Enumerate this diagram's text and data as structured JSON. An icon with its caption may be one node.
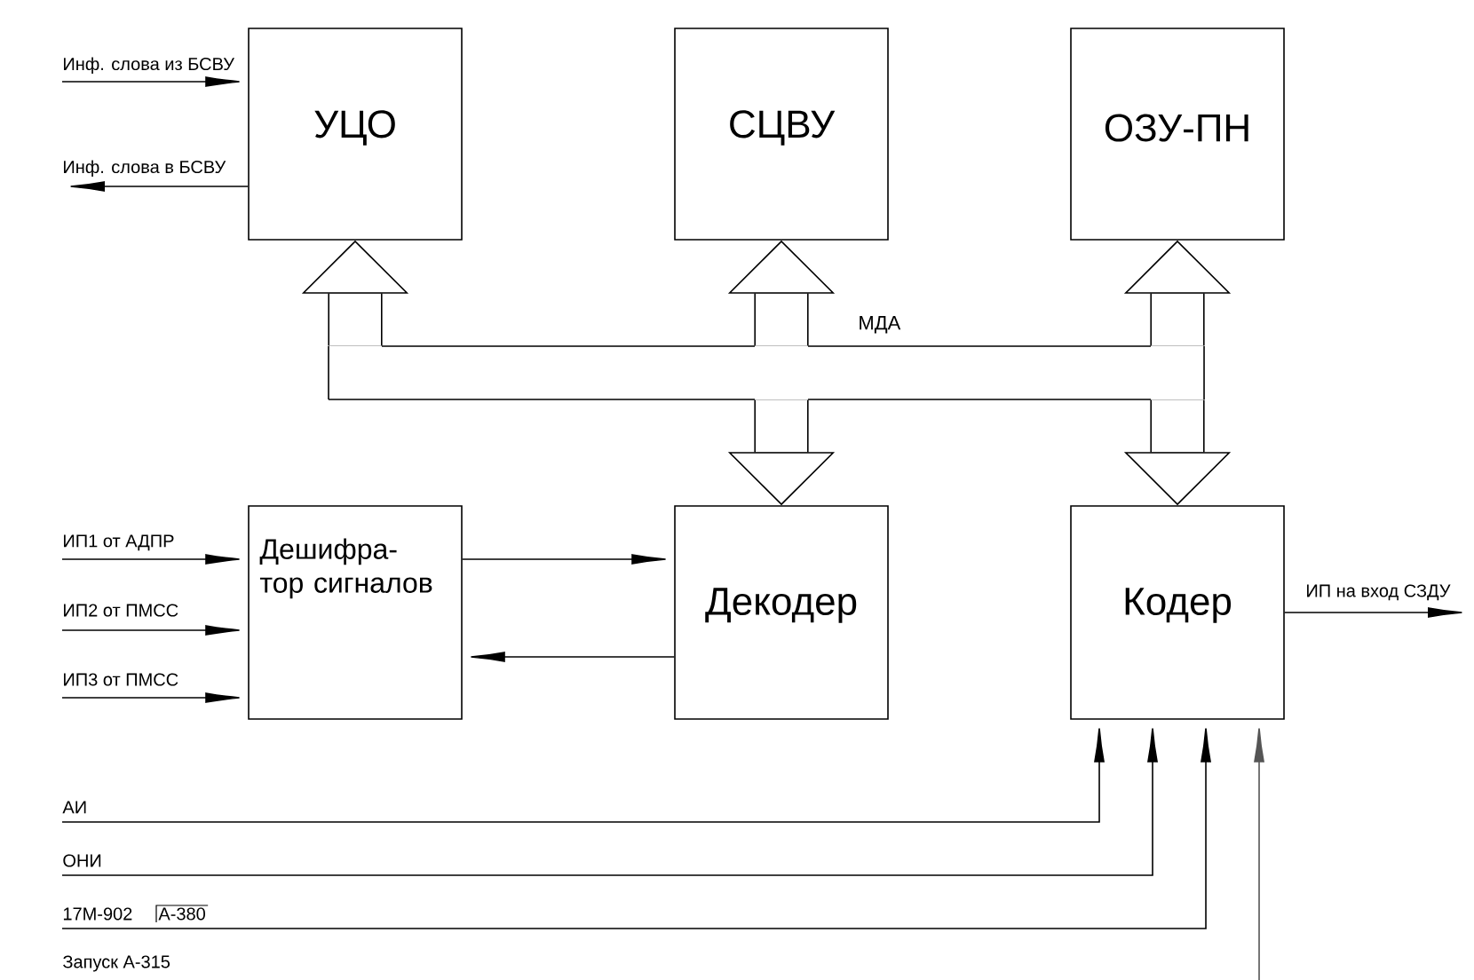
{
  "diagram": {
    "nodes": [
      {
        "text": [
          "УЦО"
        ]
      },
      {
        "text": [
          "СЦВУ"
        ]
      },
      {
        "text": [
          "ОЗУ-ПН"
        ]
      },
      {
        "text": [
          "Дешифра- тор сигналов"
        ]
      },
      {
        "text": [
          "Декодер"
        ]
      },
      {
        "text": [
          "Кодер"
        ]
      },
      {
        "text": [
          "МДА"
        ]
      }
    ],
    "edges": [
      {
        "from": null,
        "to": 0,
        "arrow": "to",
        "label": "Инф. слова из БСВУ"
      },
      {
        "from": 0,
        "to": null,
        "arrow": "to",
        "label": "Инф. слова в БСВУ"
      },
      {
        "from": null,
        "to": 3,
        "arrow": "to",
        "label": "ИП1 от АДПР"
      },
      {
        "from": null,
        "to": 3,
        "arrow": "to",
        "label": "ИП2 от ПМСС"
      },
      {
        "from": null,
        "to": 3,
        "arrow": "to",
        "label": "ИП3 от ПМСС"
      },
      {
        "from": 3,
        "to": 4,
        "arrow": "to"
      },
      {
        "from": 4,
        "to": 3,
        "arrow": "to"
      },
      {
        "from": 5,
        "to": null,
        "arrow": "to",
        "label": "ИП на вход СЗДУ"
      },
      {
        "from": null,
        "to": 5,
        "arrow": "to",
        "label": "АИ"
      },
      {
        "from": null,
        "to": 5,
        "arrow": "to",
        "label": "ОНИ"
      },
      {
        "from": null,
        "to": 5,
        "arrow": "to",
        "label": "17М-902"
      },
      {
        "from": null,
        "to": 5,
        "arrow": "to",
        "color": "#555555"
      },
      {
        "from": 6,
        "to": 0,
        "arrow": "to",
        "style": "thick"
      },
      {
        "from": 6,
        "to": 1,
        "arrow": "to",
        "style": "thick"
      },
      {
        "from": 6,
        "to": 2,
        "arrow": "to",
        "style": "thick"
      },
      {
        "from": 6,
        "to": 4,
        "arrow": "to",
        "style": "thick"
      },
      {
        "from": 6,
        "to": 5,
        "arrow": "to",
        "style": "thick"
      }
    ],
    "labels": [
      "А-380",
      "Запуск А-315"
    ]
  }
}
